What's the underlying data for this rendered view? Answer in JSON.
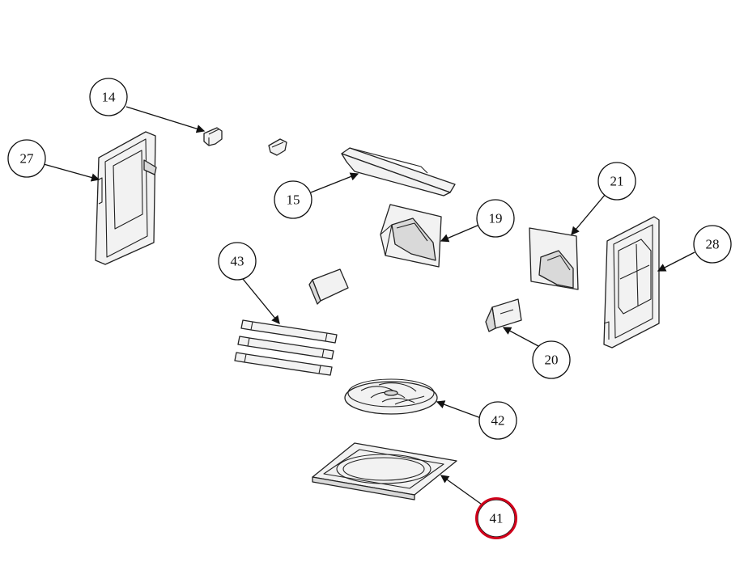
{
  "diagram": {
    "callouts": [
      {
        "id": "14",
        "label": "14"
      },
      {
        "id": "27",
        "label": "27"
      },
      {
        "id": "15",
        "label": "15"
      },
      {
        "id": "19",
        "label": "19"
      },
      {
        "id": "21",
        "label": "21"
      },
      {
        "id": "28",
        "label": "28"
      },
      {
        "id": "43",
        "label": "43"
      },
      {
        "id": "20",
        "label": "20"
      },
      {
        "id": "42",
        "label": "42"
      },
      {
        "id": "41",
        "label": "41",
        "highlight_color": "#d0021b"
      }
    ],
    "colors": {
      "line": "#222222",
      "highlight": "#d0021b",
      "background": "#ffffff"
    }
  }
}
